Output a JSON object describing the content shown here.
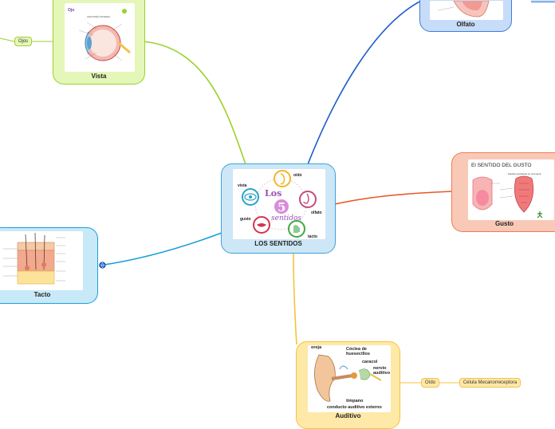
{
  "central": {
    "label": "LOS SENTIDOS",
    "title_los": "Los",
    "title_num": "5",
    "title_sentidos": "sentidos",
    "labels": {
      "oido": "oído",
      "vista": "vista",
      "olfato": "olfato",
      "gusto": "gusto",
      "tacto": "tacto"
    }
  },
  "vista": {
    "label": "Vista",
    "img_title": "Ojo",
    "img_subtitle": "ANATOMÍA INTERNA"
  },
  "olfato": {
    "label": "Olfato"
  },
  "gusto": {
    "label": "Gusto",
    "img_title": "El SENTIDO DEL GUSTO",
    "img_subtitle": "Papilas gustativas en la lengua"
  },
  "tacto": {
    "label": "Tacto"
  },
  "auditivo": {
    "label": "Auditivo",
    "ear_labels": [
      "oreja",
      "Cóclea de huesecillos",
      "caracol",
      "nervio auditivo",
      "tímpano",
      "conducto auditivo externo"
    ]
  },
  "side_labels": {
    "ojos": "Ojos",
    "oido": "Oído",
    "celula": "Célula Mecanorreceptora"
  },
  "colors": {
    "vista": "#9bd12b",
    "olfato": "#3f7fd9",
    "gusto": "#f07a55",
    "tacto": "#1a9fd9",
    "auditivo": "#f5c23c",
    "central": "#3ba2dd"
  }
}
